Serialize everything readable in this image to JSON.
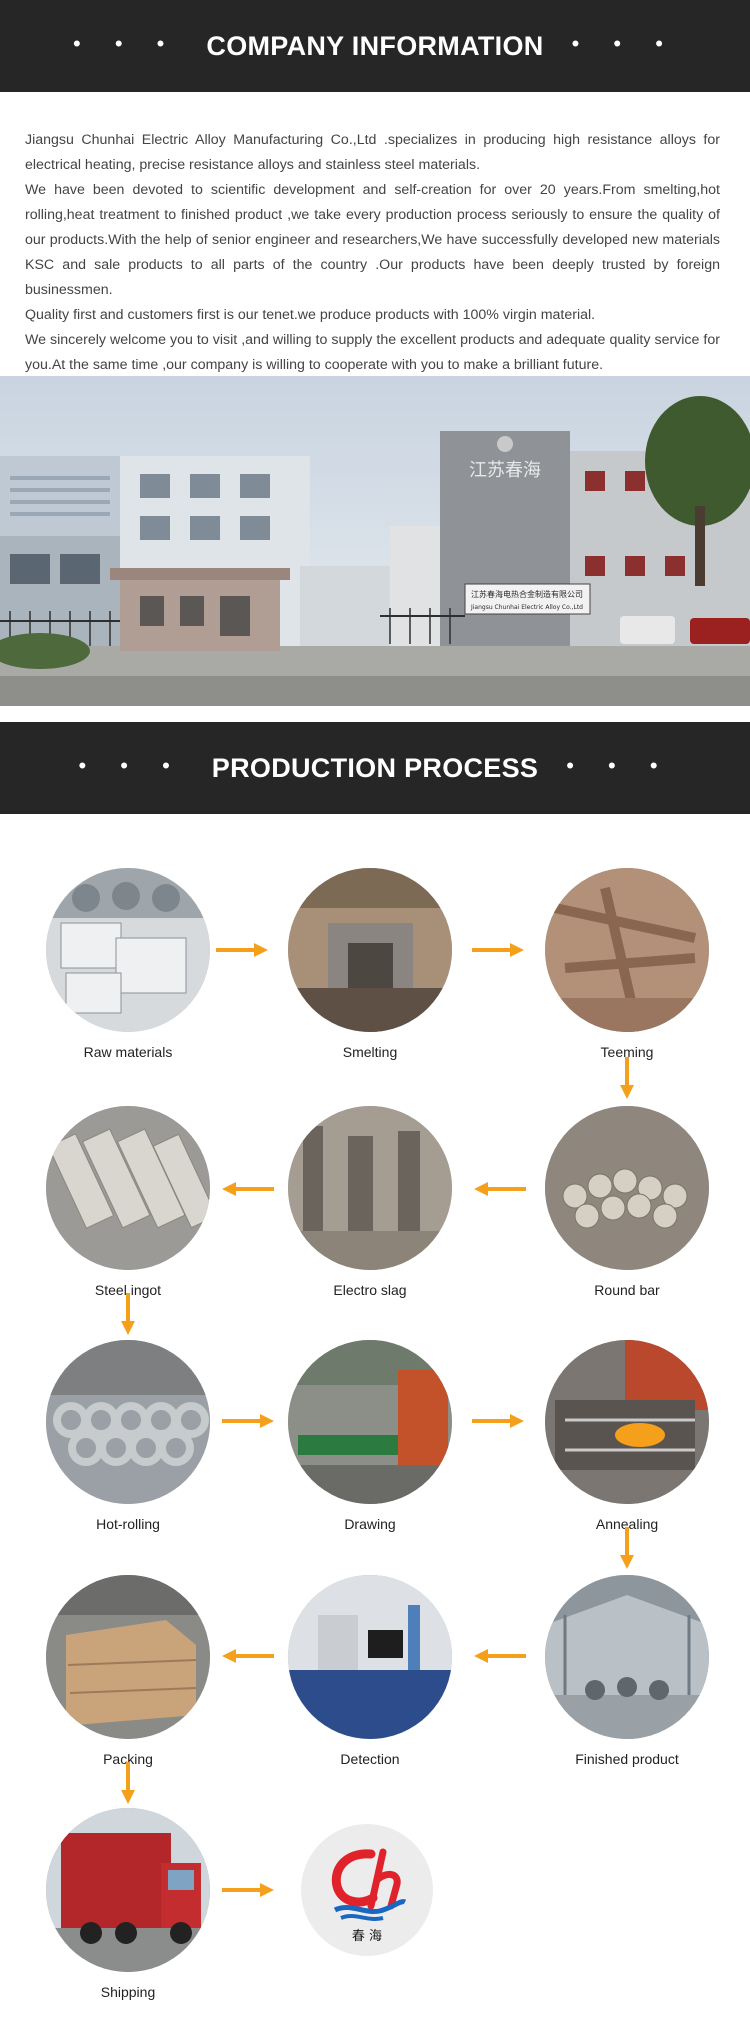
{
  "headers": {
    "company": "COMPANY INFORMATION",
    "process": "PRODUCTION PROCESS",
    "dots": "• • •"
  },
  "intro": {
    "p1": "Jiangsu Chunhai Electric Alloy Manufacturing Co.,Ltd .specializes in producing high resistance alloys for electrical heating, precise resistance alloys and stainless steel materials.",
    "p2": "We have been devoted to scientific development and self-creation for over 20 years.From smelting,hot rolling,heat treatment to finished product ,we take every production process seriously to ensure the quality of our products.With the help of senior engineer and researchers,We have successfully developed new materials KSC and sale  products to all parts of the country .Our products have been deeply trusted by foreign businessmen.",
    "p3": "Quality first and customers first is our tenet.we  produce products with 100% virgin material.",
    "p4": "We sincerely welcome you to visit ,and willing to supply the excellent products and adequate quality service for you.At the same time ,our company is willing to cooperate with you to make a brilliant  future."
  },
  "photo": {
    "building_sign": "江苏春海",
    "gate_sign": "江苏春海电热合金制造有限公司",
    "gate_sign_en": "Jiangsu Chunhai Electric Alloy Co.,Ltd"
  },
  "steps": [
    {
      "label": "Raw materials"
    },
    {
      "label": "Smelting"
    },
    {
      "label": "Teeming"
    },
    {
      "label": "Round bar"
    },
    {
      "label": "Electro slag"
    },
    {
      "label": "Steel ingot"
    },
    {
      "label": "Hot-rolling"
    },
    {
      "label": "Drawing"
    },
    {
      "label": "Annealing"
    },
    {
      "label": "Finished product"
    },
    {
      "label": "Detection"
    },
    {
      "label": "Packing"
    },
    {
      "label": "Shipping"
    }
  ],
  "logo": {
    "text": "春 海"
  },
  "colors": {
    "band": "#262626",
    "arrow": "#f5a01a",
    "logo_red": "#e0222b",
    "logo_blue": "#1a67c2"
  }
}
